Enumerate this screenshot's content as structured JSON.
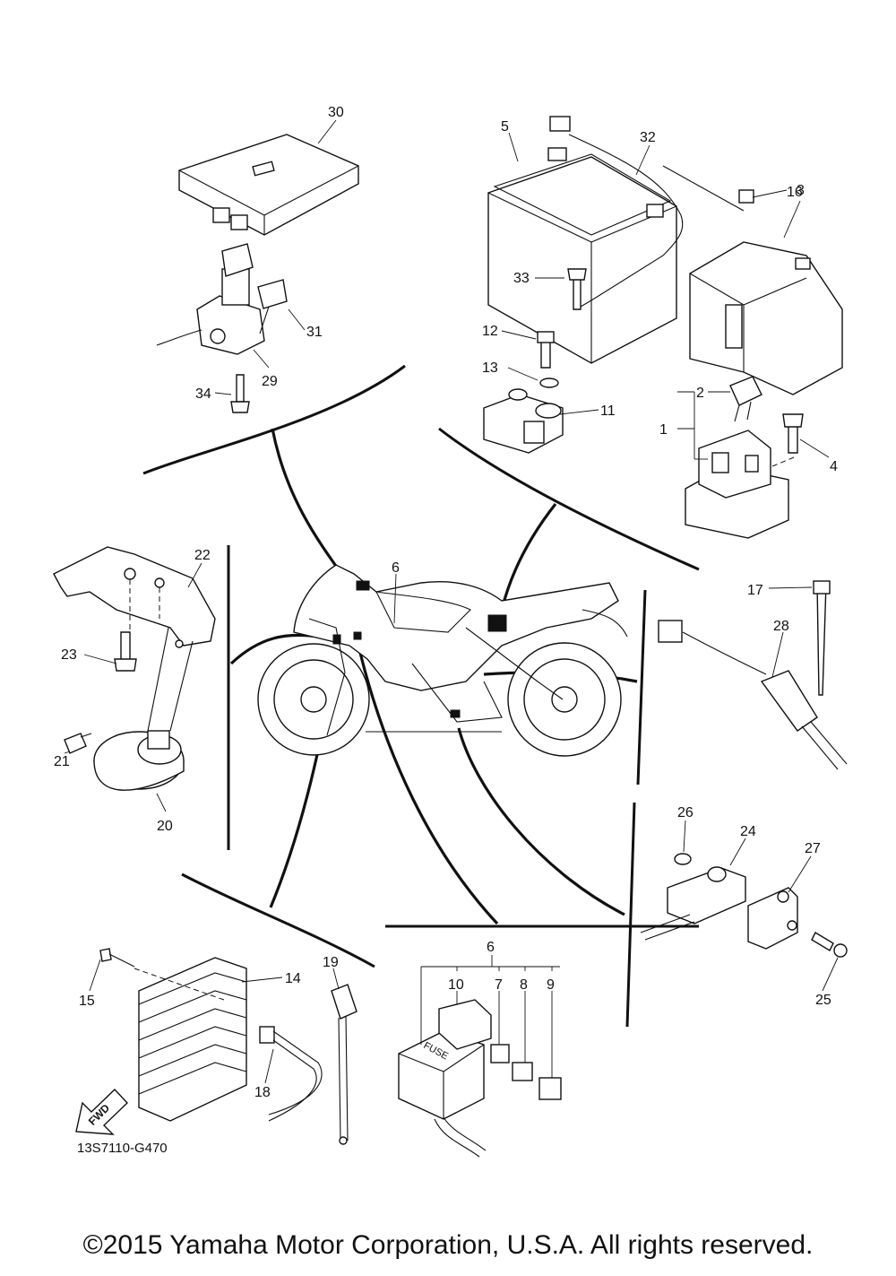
{
  "diagram": {
    "code": "13S7110-G470",
    "copyright": "©2015 Yamaha Motor Corporation, U.S.A. All rights reserved.",
    "fwd_label": "FWD",
    "fuse_label": "FUSE",
    "callouts": [
      "1",
      "2",
      "3",
      "4",
      "5",
      "6",
      "6",
      "7",
      "8",
      "9",
      "10",
      "11",
      "12",
      "13",
      "14",
      "15",
      "16",
      "17",
      "18",
      "19",
      "20",
      "21",
      "22",
      "23",
      "24",
      "25",
      "26",
      "27",
      "28",
      "29",
      "30",
      "31",
      "32",
      "33",
      "34"
    ]
  }
}
